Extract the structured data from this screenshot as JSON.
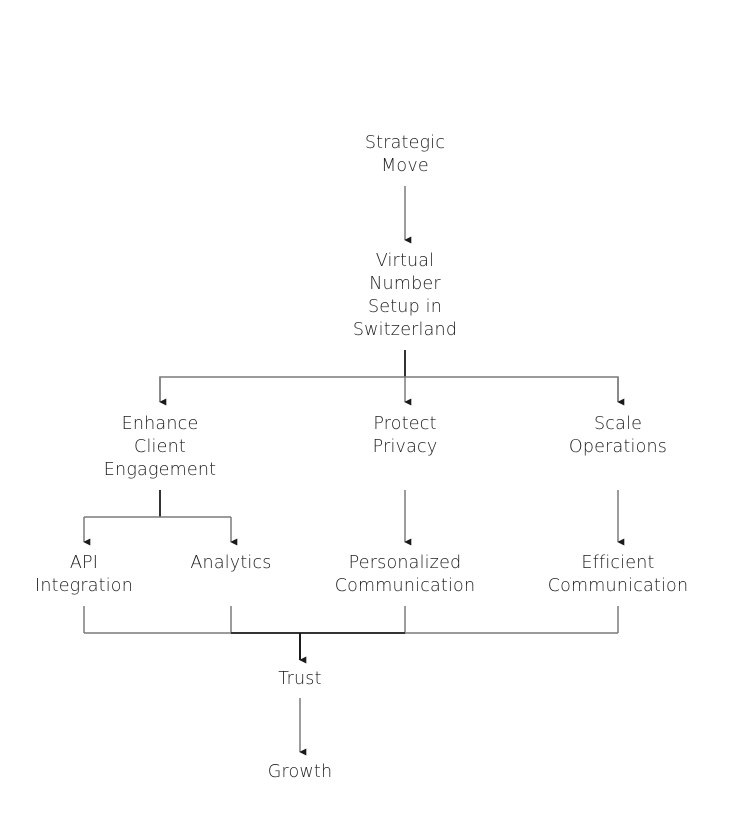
{
  "diagram": {
    "type": "flowchart",
    "colors": {
      "background": "#ffffff",
      "text": "#1c1c1c",
      "edge_light": "#7a7a7a",
      "edge_dark": "#333333",
      "arrowhead": "#1a1a1a"
    },
    "nodes": {
      "strategic_move": {
        "lines": [
          "Strategic",
          "Move"
        ]
      },
      "virtual_number": {
        "lines": [
          "Virtual",
          "Number",
          "Setup in",
          "Switzerland"
        ]
      },
      "enhance_engagement": {
        "lines": [
          "Enhance",
          "Client",
          "Engagement"
        ]
      },
      "protect_privacy": {
        "lines": [
          "Protect",
          "Privacy"
        ]
      },
      "scale_operations": {
        "lines": [
          "Scale",
          "Operations"
        ]
      },
      "api_integration": {
        "lines": [
          "API",
          "Integration"
        ]
      },
      "analytics": {
        "lines": [
          "Analytics"
        ]
      },
      "personalized_comm": {
        "lines": [
          "Personalized",
          "Communication"
        ]
      },
      "efficient_comm": {
        "lines": [
          "Efficient",
          "Communication"
        ]
      },
      "trust": {
        "lines": [
          "Trust"
        ]
      },
      "growth": {
        "lines": [
          "Growth"
        ]
      }
    },
    "edges": [
      {
        "from": "Strategic Move",
        "to": "Virtual Number Setup in Switzerland"
      },
      {
        "from": "Virtual Number Setup in Switzerland",
        "to": "Enhance Client Engagement"
      },
      {
        "from": "Virtual Number Setup in Switzerland",
        "to": "Protect Privacy"
      },
      {
        "from": "Virtual Number Setup in Switzerland",
        "to": "Scale Operations"
      },
      {
        "from": "Enhance Client Engagement",
        "to": "API Integration"
      },
      {
        "from": "Enhance Client Engagement",
        "to": "Analytics"
      },
      {
        "from": "Protect Privacy",
        "to": "Personalized Communication"
      },
      {
        "from": "Scale Operations",
        "to": "Efficient Communication"
      },
      {
        "from": "API Integration",
        "to": "Trust"
      },
      {
        "from": "Analytics",
        "to": "Trust"
      },
      {
        "from": "Personalized Communication",
        "to": "Trust"
      },
      {
        "from": "Efficient Communication",
        "to": "Trust"
      },
      {
        "from": "Trust",
        "to": "Growth"
      }
    ]
  }
}
